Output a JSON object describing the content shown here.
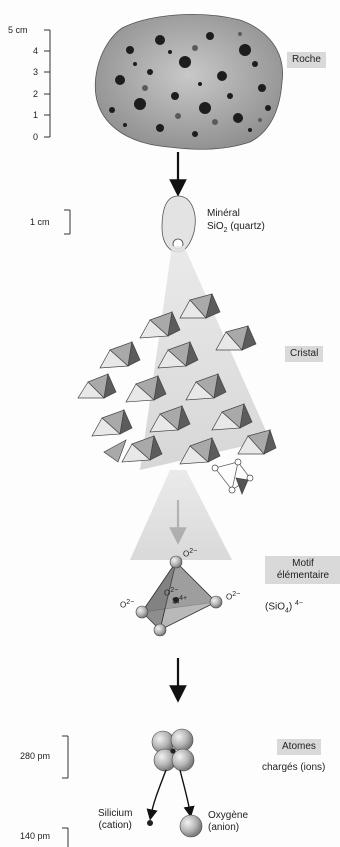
{
  "scale": {
    "unit": "5 cm",
    "ticks": [
      "4",
      "3",
      "2",
      "1",
      "0"
    ],
    "mineral_bar": "1 cm",
    "atom_bar_large": "280 pm",
    "atom_bar_small": "140 pm"
  },
  "labels": {
    "rock": "Roche",
    "mineral_line1": "Minéral",
    "mineral_line2_base": "SiO",
    "mineral_line2_sub": "2",
    "mineral_line2_rest": " (quartz)",
    "crystal": "Cristal",
    "motif_line1": "Motif",
    "motif_line2": "élémentaire",
    "formula_base": "(SiO",
    "formula_sub": "4",
    "formula_rest": ")",
    "formula_sup": "4−",
    "atoms": "Atomes",
    "charged_ions": "chargés (ions)",
    "silicium_line1": "Silicium",
    "silicium_line2": "(cation)",
    "oxygene_line1": "Oxygène",
    "oxygene_line2": "(anion)"
  },
  "ions": {
    "o2": "O",
    "o2_charge": "2−",
    "si": "Si",
    "si_charge": "4+"
  },
  "colors": {
    "tag_bg": "#d9d9d9",
    "ink": "#222222"
  }
}
